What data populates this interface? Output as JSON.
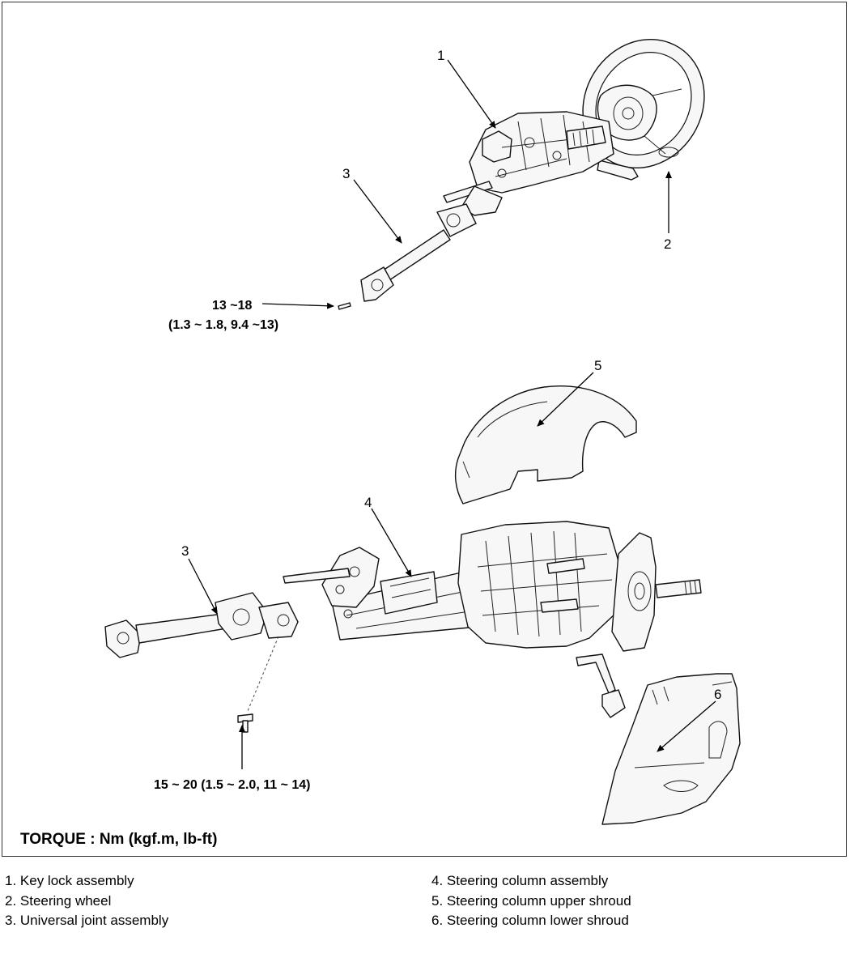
{
  "diagram": {
    "callouts": {
      "c1": "1",
      "c2": "2",
      "c3_top": "3",
      "c3_bottom": "3",
      "c4": "4",
      "c5": "5",
      "c6": "6"
    },
    "torque_specs": {
      "upper_line1": "13 ~18",
      "upper_line2": "(1.3 ~ 1.8, 9.4 ~13)",
      "lower": "15 ~ 20 (1.5 ~ 2.0, 11 ~ 14)"
    },
    "torque_unit": "TORQUE : Nm (kgf.m, lb-ft)"
  },
  "legend": {
    "left": [
      "1. Key lock assembly",
      "2. Steering wheel",
      "3. Universal joint assembly"
    ],
    "right": [
      "4. Steering column assembly",
      "5. Steering column upper shroud",
      "6. Steering column lower shroud"
    ]
  }
}
